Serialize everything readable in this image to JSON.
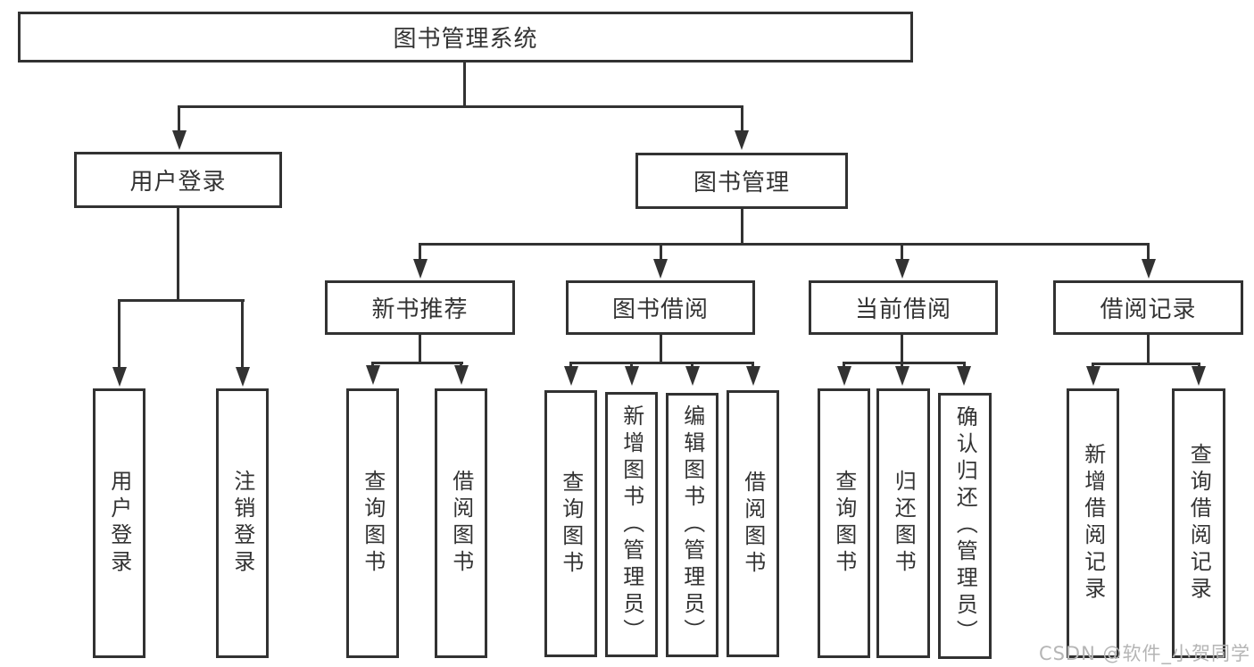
{
  "colors": {
    "line": "#323232",
    "text": "#333333",
    "background": "#ffffff",
    "watermark": "#b5b5b5"
  },
  "tree": {
    "root": {
      "label": "图书管理系统"
    },
    "children": [
      {
        "label": "用户登录",
        "children": [
          {
            "label": "用户登录"
          },
          {
            "label": "注销登录"
          }
        ]
      },
      {
        "label": "图书管理",
        "children": [
          {
            "label": "新书推荐",
            "children": [
              {
                "label": "查询图书"
              },
              {
                "label": "借阅图书"
              }
            ]
          },
          {
            "label": "图书借阅",
            "children": [
              {
                "label": "查询图书"
              },
              {
                "label": "新增图书（管理员）"
              },
              {
                "label": "编辑图书（管理员）"
              },
              {
                "label": "借阅图书"
              }
            ]
          },
          {
            "label": "当前借阅",
            "children": [
              {
                "label": "查询图书"
              },
              {
                "label": "归还图书"
              },
              {
                "label": "确认归还（管理员）"
              }
            ]
          },
          {
            "label": "借阅记录",
            "children": [
              {
                "label": "新增借阅记录"
              },
              {
                "label": "查询借阅记录"
              }
            ]
          }
        ]
      }
    ]
  },
  "watermark": {
    "text": "CSDN @软件_小贺同学"
  }
}
